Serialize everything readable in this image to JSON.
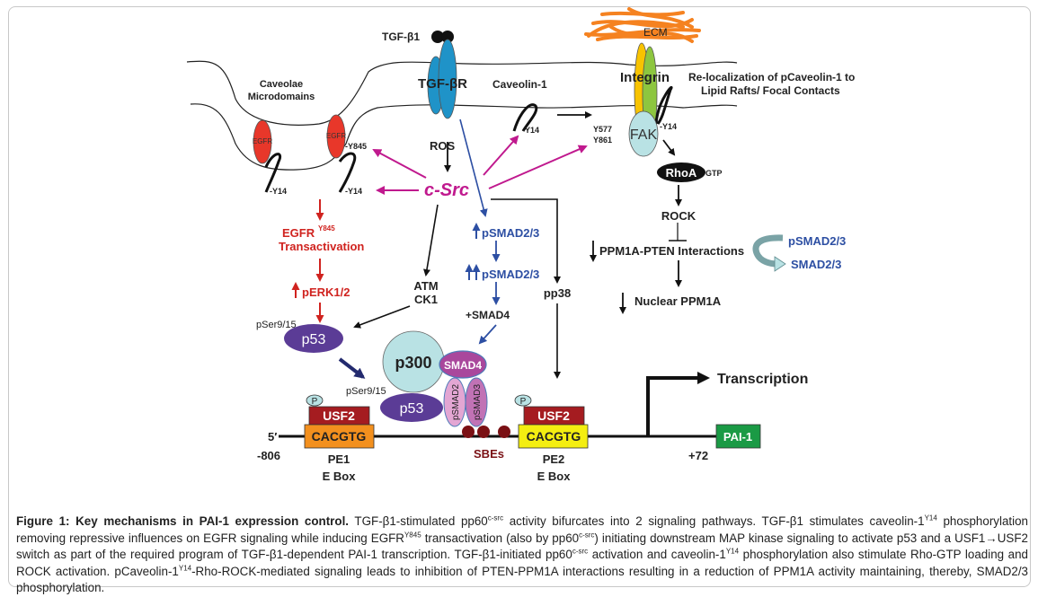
{
  "figure": {
    "labels": {
      "tgfb1": "TGF-β1",
      "tgfbr": "TGF-βR",
      "caveolae_line1": "Caveolae",
      "caveolae_line2": "Microdomains",
      "egfr_left": "EGFR",
      "egfr_right": "EGFR",
      "y845": "-Y845",
      "y14_a": "-Y14",
      "y14_b": "-Y14",
      "y14_c": "-Y14",
      "y14_d": "-Y14",
      "caveolin1": "Caveolin-1",
      "ecm": "ECM",
      "integrin": "Integrin",
      "reloc_line1": "Re-localization of pCaveolin-1 to",
      "reloc_line2": "Lipid Rafts/ Focal Contacts",
      "y577": "Y577",
      "y861": "Y861",
      "fak": "FAK",
      "rhoa": "RhoA",
      "gtp": "GTP",
      "rock": "ROCK",
      "ppm1a_pten": "PPM1A-PTEN Interactions",
      "psmad_cycle": "pSMAD2/3",
      "smad_cycle": "SMAD2/3",
      "nuclear_ppm1a": "Nuclear PPM1A",
      "ros": "ROS",
      "csrc": "c-Src",
      "egfr_trans_main": "EGFR",
      "egfr_trans_sup": "Y845",
      "transactivation": "Transactivation",
      "perk": "pERK1/2",
      "atm": "ATM",
      "ck1": "CK1",
      "psmad1": "pSMAD2/3",
      "psmad2": "pSMAD2/3",
      "smad4_plus": "+SMAD4",
      "pp38": "pp38",
      "pser_top": "pSer9/15",
      "p53_top": "p53",
      "pser_bottom": "pSer9/15",
      "p53_bottom": "p53",
      "p300": "p300",
      "smad4": "SMAD4",
      "psmad2_v": "pSMAD2",
      "psmad3_v": "pSMAD3",
      "p_left": "P",
      "p_right": "P",
      "usf2_left": "USF2",
      "usf2_right": "USF2",
      "cacgtg_left": "CACGTG",
      "cacgtg_right": "CACGTG",
      "five_prime": "5′",
      "minus806": "-806",
      "pe1": "PE1",
      "ebox1": "E Box",
      "sbes": "SBEs",
      "pe2": "PE2",
      "ebox2": "E Box",
      "transcription": "Transcription",
      "pai1": "PAI-1",
      "plus72": "+72"
    },
    "colors": {
      "egfr": "#e8372a",
      "tgfbr": "#1f93c8",
      "csrc": "#c0198e",
      "egfr_path": "#d0231f",
      "smad_path": "#2d4fa3",
      "fak": "#b9e2e4",
      "p53": "#5b3c96",
      "smad4": "#a9479c",
      "psmad2": "#e3a6d3",
      "psmad3": "#c172b5",
      "usf2": "#a51c20",
      "cacgtg_left": "#f3901e",
      "cacgtg_right": "#f4ee11",
      "pai1": "#1a9a45",
      "sbe": "#7a1014",
      "ecm": "#f58220",
      "integrin_yellow": "#f8c300",
      "integrin_green": "#8dc63f"
    }
  },
  "caption": {
    "title": "Figure 1: Key mechanisms in PAI-1 expression control.",
    "s1": " TGF-β1-stimulated pp60",
    "sup_csrc1": "c-src",
    "s2": " activity bifurcates into 2 signaling pathways. TGF-β1 stimulates caveolin-1",
    "sup_y14_1": "Y14",
    "s3": " phosphorylation removing repressive influences on EGFR signaling while inducing EGFR",
    "sup_y845": "Y845",
    "s4": " transactivation (also by pp60",
    "sup_csrc2": "c-src",
    "s5": ") initiating downstream MAP kinase signaling to activate p53 and a USF1→USF2 switch as part of the required program of TGF-β1-dependent PAI-1 transcription. TGF-β1-initiated pp60",
    "sup_csrc3": "c-src",
    "s6": " activation and caveolin-1",
    "sup_y14_2": "Y14",
    "s7": " phosphorylation also stimulate Rho-GTP loading and ROCK activation. pCaveolin-1",
    "sup_y14_3": "Y14",
    "s8": "-Rho-ROCK-mediated signaling leads to inhibition of PTEN-PPM1A interactions resulting in a reduction of PPM1A activity maintaining, thereby, SMAD2/3 phosphorylation."
  }
}
